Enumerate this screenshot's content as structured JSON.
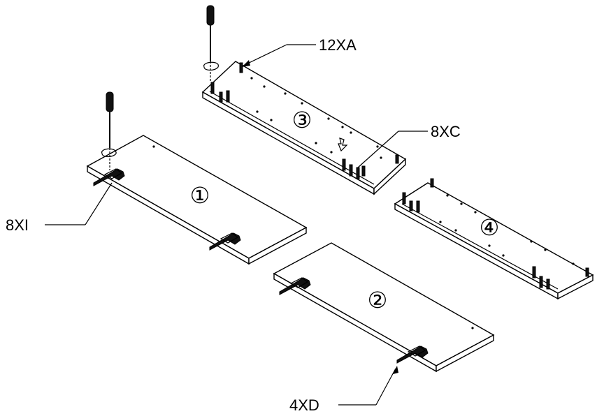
{
  "labels": {
    "screws_a": "12XA",
    "dowels_c": "8XC",
    "cams_i": "8XI",
    "hinges_d": "4XD"
  },
  "panels": [
    {
      "number": "①"
    },
    {
      "number": "②"
    },
    {
      "number": "③"
    },
    {
      "number": "④"
    }
  ],
  "colors": {
    "ink": "#000000",
    "paper": "#ffffff"
  },
  "icons": [
    "screwdriver-icon",
    "screwdriver-icon",
    "hinge-icon",
    "dowel-icon",
    "arrow-icon"
  ]
}
